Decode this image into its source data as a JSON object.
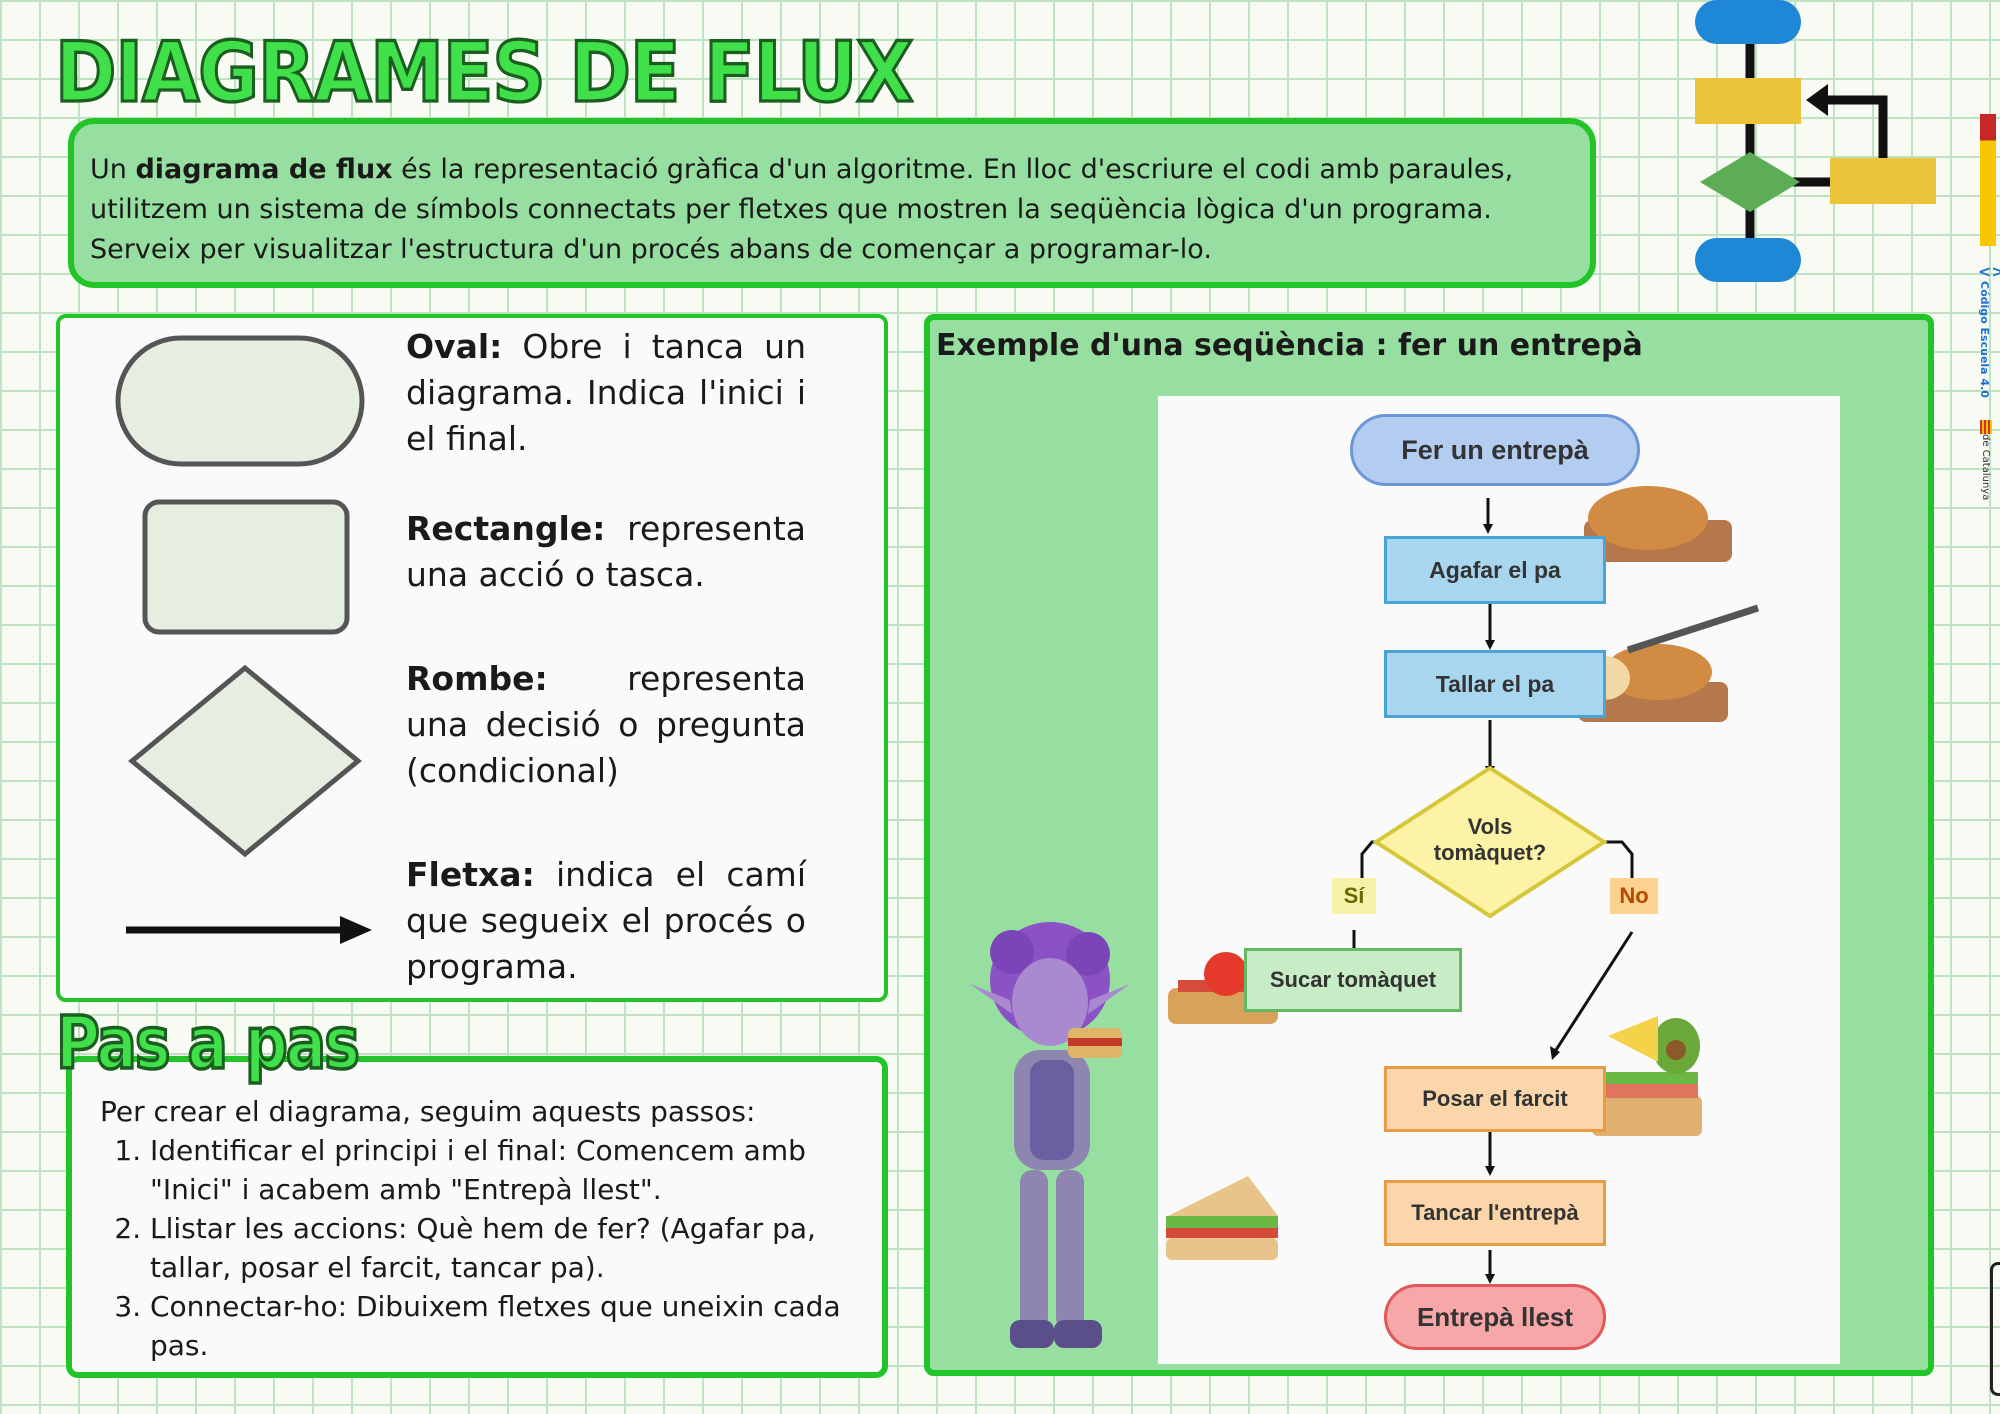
{
  "title": "DIAGRAMES DE FLUX",
  "intro": {
    "pre": "Un ",
    "bold": "diagrama de flux",
    "post": " és la representació gràfica d'un algoritme. En lloc d'escriure el codi amb paraules, utilitzem un sistema de símbols connectats per fletxes que mostren la seqüència lògica d'un programa. Serveix per visualitzar l'estructura d'un procés abans de començar a programar-lo."
  },
  "shapes": [
    {
      "name": "Oval:",
      "desc": " Obre i tanca un diagrama. Indica l'inici i el final."
    },
    {
      "name": "Rectangle:",
      "desc": " representa una acció o tasca."
    },
    {
      "name": "Rombe:",
      "desc": " representa una decisió o pregunta (condicional)"
    },
    {
      "name": "Fletxa:",
      "desc": " indica el camí que segueix el procés o programa."
    }
  ],
  "steps": {
    "title": "Pas a pas",
    "intro": "Per crear el diagrama, seguim aquests passos:",
    "items": [
      "Identificar el principi i el final: Comencem amb \"Inici\" i acabem amb \"Entrepà llest\".",
      "Llistar les accions: Què hem de fer? (Agafar pa, tallar, posar el farcit, tancar pa).",
      "Connectar-ho: Dibuixem fletxes que uneixin cada pas."
    ]
  },
  "example": {
    "title": "Exemple d'una seqüència : fer un entrepà",
    "nodes": {
      "start": "Fer un entrepà",
      "step1": "Agafar el pa",
      "step2": "Tallar el pa",
      "decision_line1": "Vols",
      "decision_line2": "tomàquet?",
      "yes": "Sí",
      "no": "No",
      "tomato": "Sucar tomàquet",
      "filling": "Posar el farcit",
      "close": "Tancar l'entrepà",
      "end": "Entrepà llest"
    }
  },
  "sidebar": {
    "codigo": "Código Escuela 4.0",
    "generalitat": "de Catalunya"
  },
  "colors": {
    "green_accent": "#22c42a",
    "panel_green": "#97dfa0",
    "blue": "#1e88d6",
    "yellow": "#ecc43a"
  }
}
